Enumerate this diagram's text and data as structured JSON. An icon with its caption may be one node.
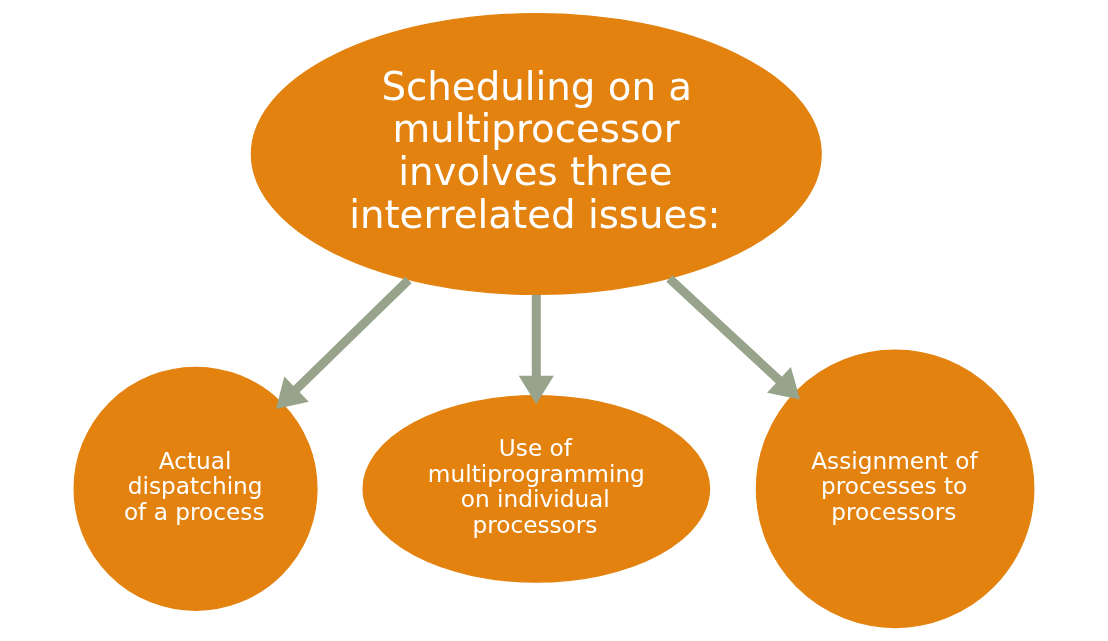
{
  "diagram": {
    "nodes": [
      {
        "text": [
          "Scheduling on a multiprocessor involves three interrelated issues:"
        ]
      },
      {
        "text": [
          "Actual dispatching of a process"
        ]
      },
      {
        "text": [
          "Use of multiprogramming on individual processors"
        ]
      },
      {
        "text": [
          "Assignment of processes to processors"
        ]
      }
    ],
    "edges": [
      {
        "from": 0,
        "to": 1,
        "arrow": "to"
      },
      {
        "from": 0,
        "to": 2,
        "arrow": "to"
      },
      {
        "from": 0,
        "to": 3,
        "arrow": "to"
      }
    ]
  }
}
